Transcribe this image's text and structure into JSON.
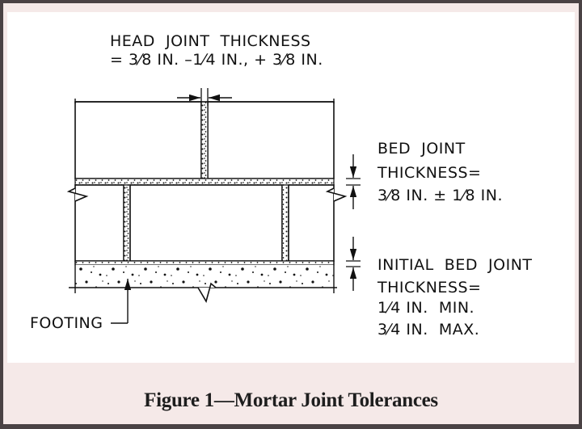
{
  "figure": {
    "caption": "Figure 1—Mortar Joint Tolerances",
    "colors": {
      "frame": "#4a4244",
      "background": "#f5e9e8",
      "panel": "#ffffff",
      "ink": "#111111"
    }
  },
  "labels": {
    "head_joint": {
      "line1": "HEAD  JOINT  THICKNESS",
      "line2": "= 3⁄8 IN. –1⁄4 IN., + 3⁄8 IN."
    },
    "bed_joint": {
      "line1": "BED  JOINT",
      "line2": "THICKNESS=",
      "line3": "3⁄8 IN. ± 1⁄8 IN."
    },
    "initial_bed_joint": {
      "line1": "INITIAL  BED  JOINT",
      "line2": "THICKNESS=",
      "line3": "1⁄4 IN.  MIN.",
      "line4": "3⁄4 IN.  MAX."
    },
    "footing": "FOOTING"
  },
  "elements": {
    "units": [
      "upper-left-unit",
      "upper-right-unit",
      "lower-left-unit",
      "lower-center-unit",
      "lower-right-unit"
    ],
    "joints": [
      "head-joint",
      "bed-joint",
      "initial-bed-joint"
    ],
    "base": "footing"
  }
}
